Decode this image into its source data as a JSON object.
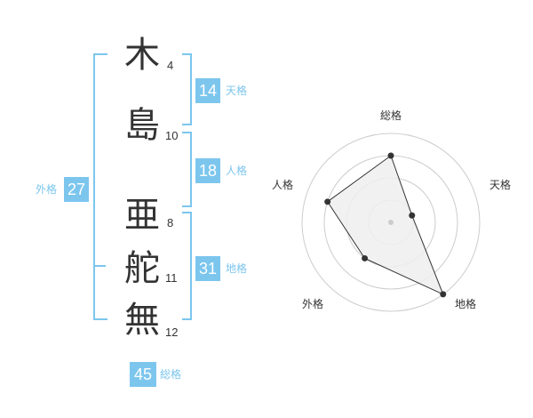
{
  "name": {
    "characters": [
      {
        "char": "木",
        "strokes": "4"
      },
      {
        "char": "島",
        "strokes": "10"
      },
      {
        "char": "亜",
        "strokes": "8"
      },
      {
        "char": "舵",
        "strokes": "11"
      },
      {
        "char": "無",
        "strokes": "12"
      }
    ]
  },
  "fortunes": {
    "tenkaku": {
      "value": "14",
      "label": "天格"
    },
    "jinkaku": {
      "value": "18",
      "label": "人格"
    },
    "chikaku": {
      "value": "31",
      "label": "地格"
    },
    "gaikaku": {
      "value": "27",
      "label": "外格"
    },
    "soukaku": {
      "value": "45",
      "label": "総格"
    }
  },
  "colors": {
    "accent": "#7cc6ee",
    "text": "#333333",
    "grid": "#cccccc",
    "fill": "#eeeeee"
  },
  "chart_data": {
    "type": "radar",
    "categories": [
      "総格",
      "天格",
      "地格",
      "外格",
      "人格"
    ],
    "values": [
      3,
      1,
      4,
      2,
      3
    ],
    "max": 4,
    "rings": 4
  }
}
